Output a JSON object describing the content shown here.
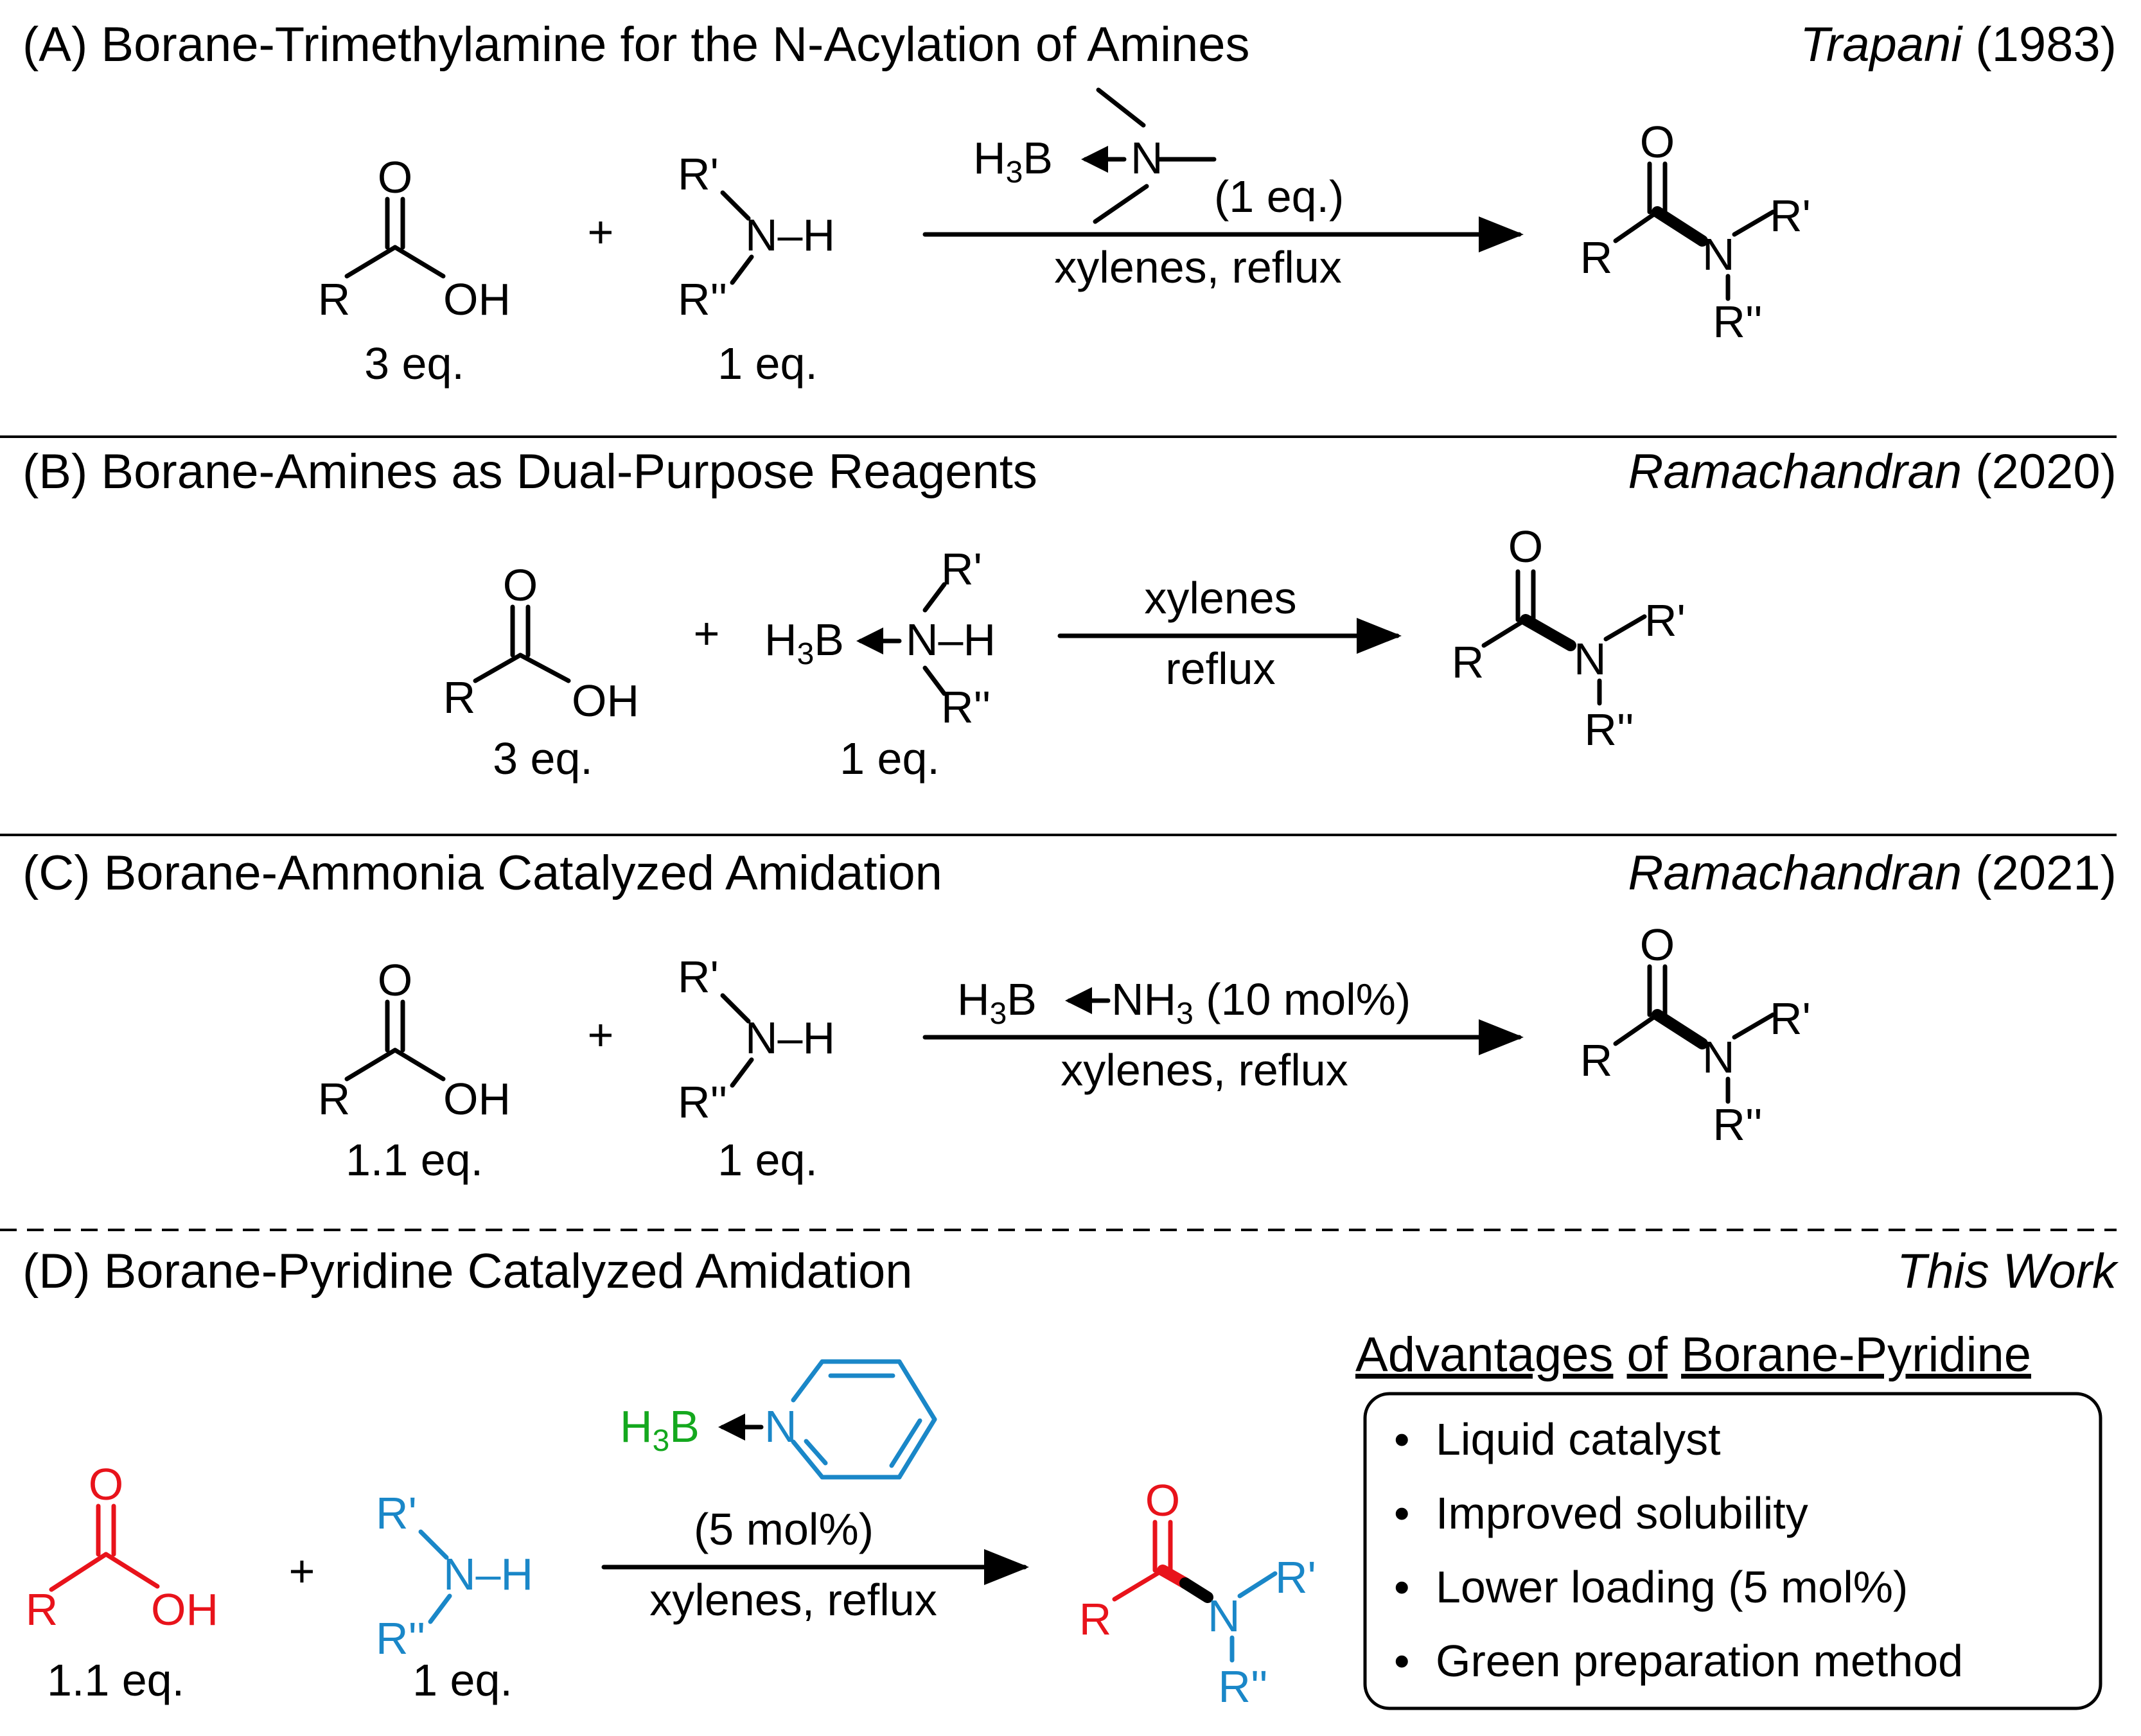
{
  "colors": {
    "acid": "#e8131b",
    "amine": "#1a87c8",
    "borane": "#14a81e"
  },
  "sections": {
    "a": {
      "title": "(A) Borane-Trimethylamine for the N-Acylation of Amines",
      "ref_name": "Trapani",
      "ref_year": " (1983)",
      "acid_eq": "3 eq.",
      "amine_eq": "1 eq.",
      "reagent_eq": "(1 eq.)",
      "conditions": "xylenes, reflux"
    },
    "b": {
      "title": "(B) Borane-Amines as Dual-Purpose Reagents",
      "ref_name": "Ramachandran",
      "ref_year": " (2020)",
      "acid_eq": "3 eq.",
      "amine_eq": "1 eq.",
      "cond_top": "xylenes",
      "cond_bottom": "reflux"
    },
    "c": {
      "title": "(C) Borane-Ammonia Catalyzed Amidation",
      "ref_name": "Ramachandran",
      "ref_year": " (2021)",
      "acid_eq": "1.1 eq.",
      "amine_eq": "1 eq.",
      "catalyst_loading": " (10 mol%)",
      "conditions": "xylenes, reflux"
    },
    "d": {
      "title": "(D) Borane-Pyridine Catalyzed Amidation",
      "ref_name": "This Work",
      "acid_eq": "1.1 eq.",
      "amine_eq": "1 eq.",
      "catalyst_loading": "(5 mol%)",
      "conditions": "xylenes, reflux"
    }
  },
  "advantages": {
    "title_parts": [
      "Advantages",
      "of",
      "Borane-Pyridine"
    ],
    "items": [
      "Liquid catalyst",
      "Improved solubility",
      "Lower loading (5 mol%)",
      "Green preparation method"
    ]
  },
  "atoms": {
    "O": "O",
    "OH": "OH",
    "R": "R",
    "N": "N",
    "NH": "N–H",
    "H": "H",
    "H_part": "H",
    "B": "B",
    "three": "3",
    "H3B_H": "H",
    "R1": "R'",
    "R2": "R''",
    "plus": "+",
    "NH3": "NH",
    "bullet": "•"
  }
}
